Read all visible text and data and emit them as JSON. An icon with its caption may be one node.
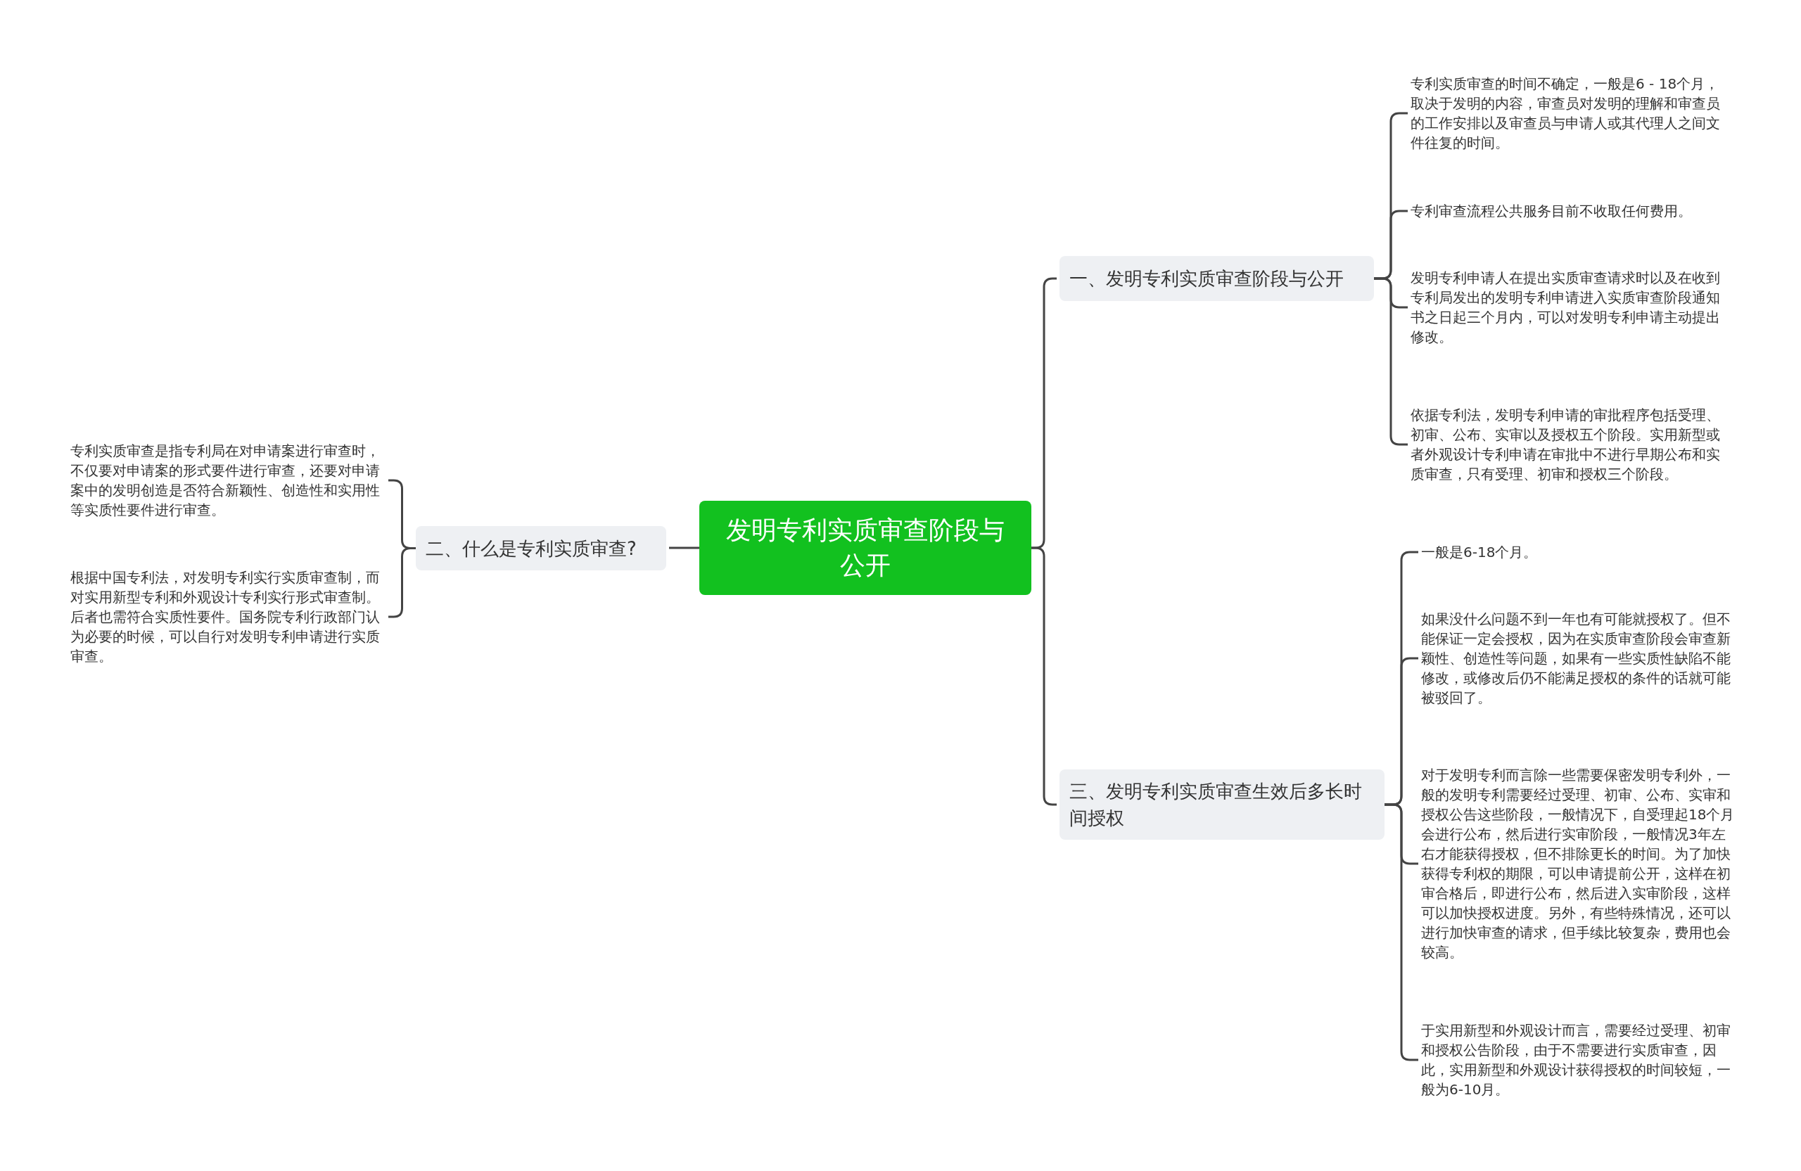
{
  "diagram": {
    "nodes": [
      {
        "text": [
          "发明专利实质审查阶段与公开"
        ]
      },
      {
        "text": [
          "一、发明专利实质审查阶段与公开"
        ]
      },
      {
        "text": [
          "专利实质审查的时间不确定，一般是6 - 18个月，取决于发明的内容，审查员对发明的理解和审查员的工作安排以及审查员与申请人或其代理人之间文件往复的时间。"
        ]
      },
      {
        "text": [
          "专利审查流程公共服务目前不收取任何费用。"
        ]
      },
      {
        "text": [
          "发明专利申请人在提出实质审查请求时以及在收到专利局发出的发明专利申请进入实质审查阶段通知书之日起三个月内，可以对发明专利申请主动提出修改。"
        ]
      },
      {
        "text": [
          "依据专利法，发明专利申请的审批程序包括受理、初审、公布、实审以及授权五个阶段。实用新型或者外观设计专利申请在审批中不进行早期公布和实质审查，只有受理、初审和授权三个阶段。"
        ]
      },
      {
        "text": [
          "三、发明专利实质审查生效后多长时间授权"
        ]
      },
      {
        "text": [
          "一般是6-18个月。"
        ]
      },
      {
        "text": [
          "如果没什么问题不到一年也有可能就授权了。但不能保证一定会授权，因为在实质审查阶段会审查新颖性、创造性等问题，如果有一些实质性缺陷不能修改，或修改后仍不能满足授权的条件的话就可能被驳回了。"
        ]
      },
      {
        "text": [
          "对于发明专利而言除一些需要保密发明专利外，一般的发明专利需要经过受理、初审、公布、实审和授权公告这些阶段，一般情况下，自受理起18个月会进行公布，然后进行实审阶段，一般情况3年左右才能获得授权，但不排除更长的时间。为了加快获得专利权的期限，可以申请提前公开，这样在初审合格后，即进行公布，然后进入实审阶段，这样可以加快授权进度。另外，有些特殊情况，还可以进行加快审查的请求，但手续比较复杂，费用也会较高。"
        ]
      },
      {
        "text": [
          "于实用新型和外观设计而言，需要经过受理、初审和授权公告阶段，由于不需要进行实质审查，因此，实用新型和外观设计获得授权的时间较短，一般为6-10月。"
        ]
      },
      {
        "text": [
          "二、什么是专利实质审查?"
        ]
      },
      {
        "text": [
          "专利实质审查是指专利局在对申请案进行审查时，不仅要对申请案的形式要件进行审查，还要对申请案中的发明创造是否符合新颖性、创造性和实用性等实质性要件进行审查。"
        ]
      },
      {
        "text": [
          "根据中国专利法，对发明专利实行实质审查制，而对实用新型专利和外观设计专利实行形式审查制。后者也需符合实质性要件。国务院专利行政部门认为必要的时候，可以自行对发明专利申请进行实质审查。"
        ]
      }
    ],
    "edges": [
      {
        "from": 0,
        "to": 1,
        "arrow": "none"
      },
      {
        "from": 1,
        "to": 2,
        "arrow": "none"
      },
      {
        "from": 1,
        "to": 3,
        "arrow": "none"
      },
      {
        "from": 1,
        "to": 4,
        "arrow": "none"
      },
      {
        "from": 1,
        "to": 5,
        "arrow": "none"
      },
      {
        "from": 0,
        "to": 6,
        "arrow": "none"
      },
      {
        "from": 6,
        "to": 7,
        "arrow": "none"
      },
      {
        "from": 6,
        "to": 8,
        "arrow": "none"
      },
      {
        "from": 6,
        "to": 9,
        "arrow": "none"
      },
      {
        "from": 6,
        "to": 10,
        "arrow": "none"
      },
      {
        "from": 0,
        "to": 11,
        "arrow": "none"
      },
      {
        "from": 11,
        "to": 12,
        "arrow": "none"
      },
      {
        "from": 11,
        "to": 13,
        "arrow": "none"
      }
    ]
  }
}
